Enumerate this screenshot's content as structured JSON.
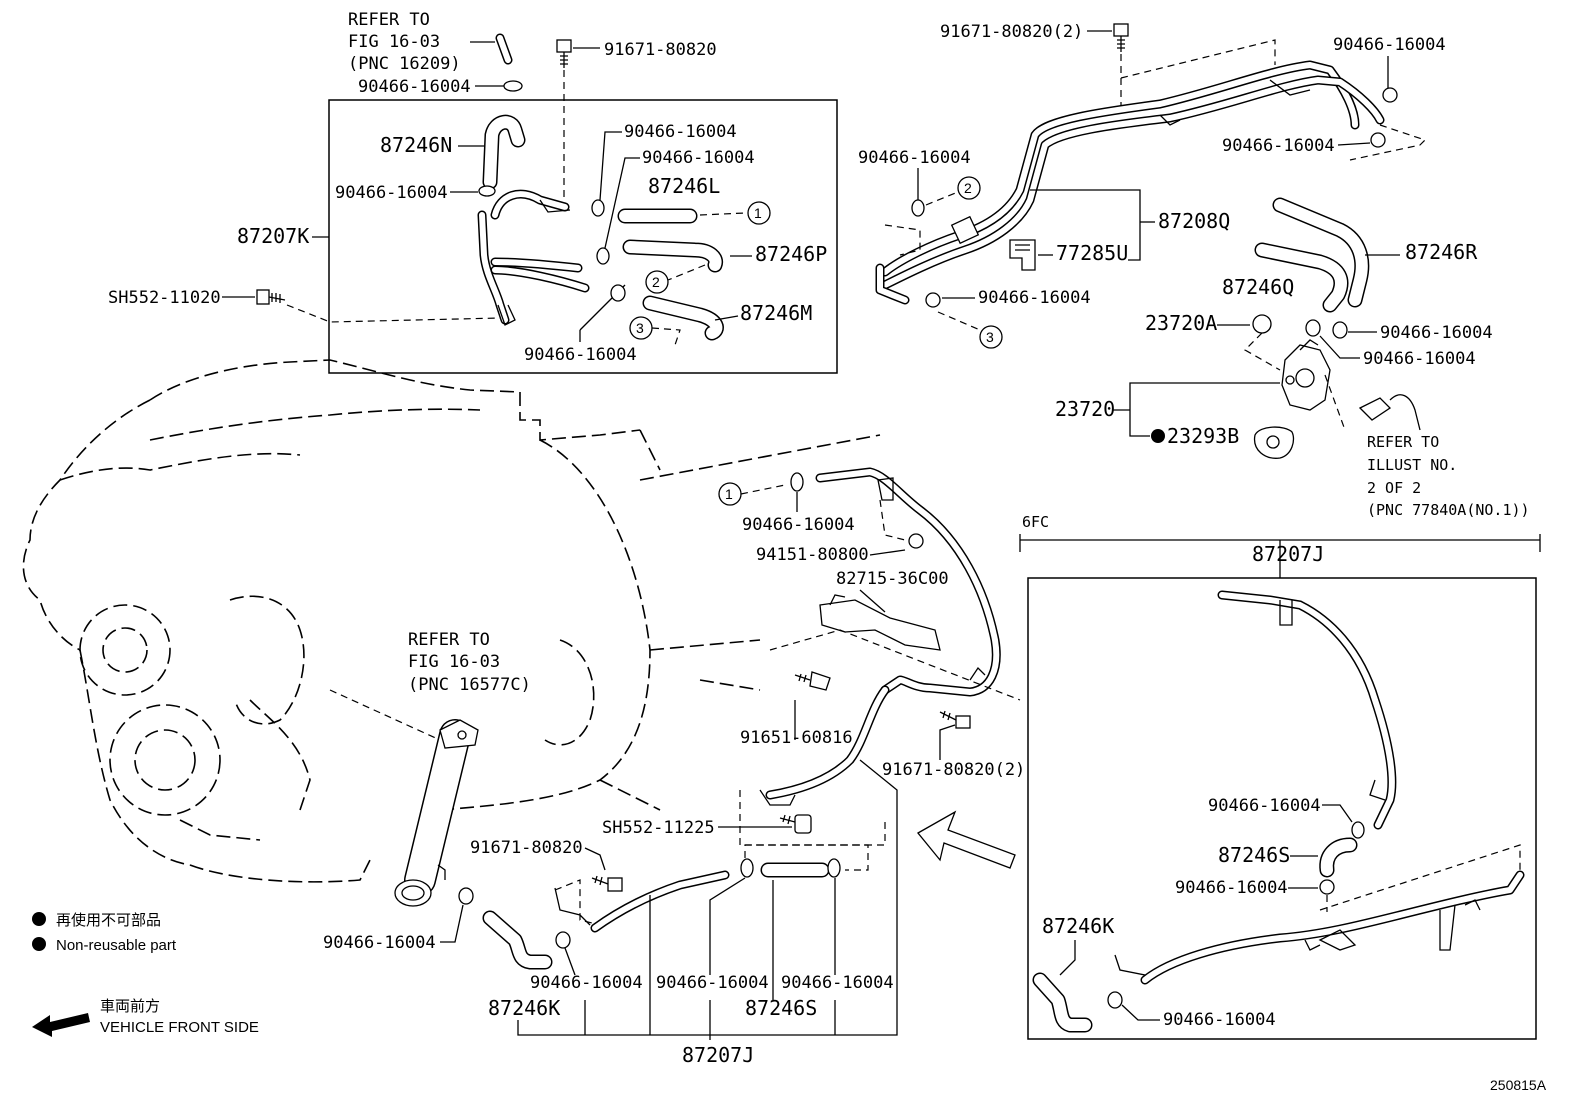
{
  "labels": {
    "refer_top_1": "REFER TO",
    "refer_top_2": "FIG 16-03",
    "refer_top_3": "(PNC 16209)",
    "p_90466_a": "90466-16004",
    "p_91671_top": "91671-80820",
    "p_87246N": "87246N",
    "p_90466_b": "90466-16004",
    "p_90466_c": "90466-16004",
    "p_90466_d": "90466-16004",
    "p_87246L": "87246L",
    "p_87207K": "87207K",
    "p_87246P": "87246P",
    "p_SH552_11020": "SH552-11020",
    "p_87246M": "87246M",
    "p_90466_e": "90466-16004",
    "p_91671_2_top": "91671-80820(2)",
    "p_90466_f": "90466-16004",
    "p_90466_g": "90466-16004",
    "p_90466_h": "90466-16004",
    "p_87208Q": "87208Q",
    "p_77285U": "77285U",
    "p_90466_i": "90466-16004",
    "p_87246R": "87246R",
    "p_87246Q": "87246Q",
    "p_23720A": "23720A",
    "p_90466_j": "90466-16004",
    "p_90466_k": "90466-16004",
    "p_23720": "23720",
    "p_23293B": "23293B",
    "refer_right_1": "REFER TO",
    "refer_right_2": "ILLUST NO.",
    "refer_right_3": "2 OF 2",
    "refer_right_4": "(PNC 77840A(NO.1))",
    "p_90466_l": "90466-16004",
    "p_94151": "94151-80800",
    "p_82715": "82715-36C00",
    "tag_6FC": "6FC",
    "p_87207J_box": "87207J",
    "refer_mid_1": "REFER TO",
    "refer_mid_2": "FIG 16-03",
    "refer_mid_3": "(PNC 16577C)",
    "p_91651": "91651-60816",
    "p_91671_2_mid": "91671-80820(2)",
    "p_SH552_11225": "SH552-11225",
    "p_91671_low": "91671-80820",
    "p_90466_m": "90466-16004",
    "p_87246S_box": "87246S",
    "p_90466_n": "90466-16004",
    "p_90466_o": "90466-16004",
    "p_90466_p": "90466-16004",
    "p_90466_q": "90466-16004",
    "p_90466_r": "90466-16004",
    "p_87246K_low": "87246K",
    "p_87246S_low": "87246S",
    "p_87207J_low": "87207J",
    "p_87246K_box": "87246K",
    "p_90466_s": "90466-16004"
  },
  "circles": {
    "c1a": "1",
    "c2a": "2",
    "c3a": "3",
    "c2b": "2",
    "c3b": "3",
    "c1b": "1"
  },
  "legend": {
    "jp_note": "再使用不可部品",
    "en_note": "Non-reusable part",
    "dir_jp": "車両前方",
    "dir_en": "VEHICLE FRONT SIDE"
  },
  "figure_id": "250815A"
}
